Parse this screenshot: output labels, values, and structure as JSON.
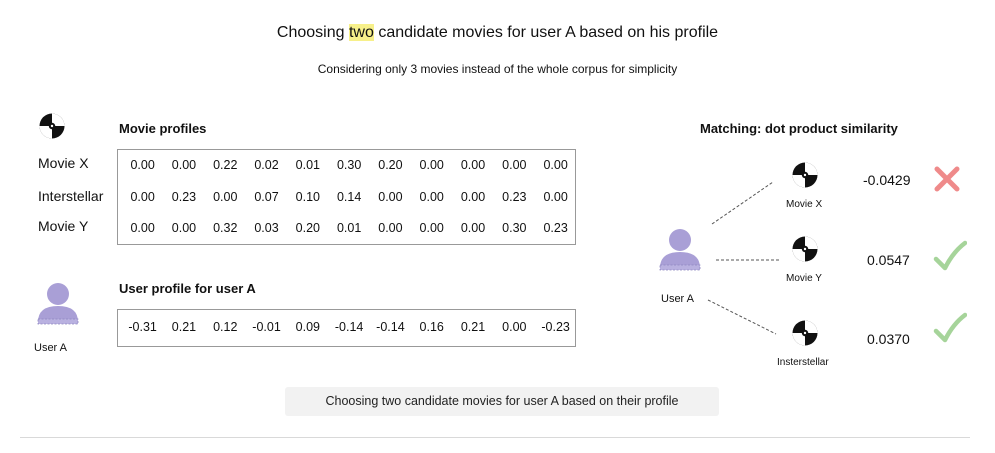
{
  "header": {
    "title_before": "Choosing ",
    "title_highlight": "two",
    "title_after": " candidate movies for user A based on his profile",
    "subtitle": "Considering only 3 movies instead of the whole corpus for simplicity"
  },
  "movie_profiles": {
    "label": "Movie profiles",
    "rows": [
      {
        "name": "Movie X",
        "values": [
          "0.00",
          "0.00",
          "0.22",
          "0.02",
          "0.01",
          "0.30",
          "0.20",
          "0.00",
          "0.00",
          "0.00",
          "0.00"
        ]
      },
      {
        "name": "Interstellar",
        "values": [
          "0.00",
          "0.23",
          "0.00",
          "0.07",
          "0.10",
          "0.14",
          "0.00",
          "0.00",
          "0.00",
          "0.23",
          "0.00"
        ]
      },
      {
        "name": "Movie Y",
        "values": [
          "0.00",
          "0.00",
          "0.32",
          "0.03",
          "0.20",
          "0.01",
          "0.00",
          "0.00",
          "0.00",
          "0.30",
          "0.23"
        ]
      }
    ]
  },
  "user_profile": {
    "label": "User profile for user A",
    "user_name": "User A",
    "values": [
      "-0.31",
      "0.21",
      "0.12",
      "-0.01",
      "0.09",
      "-0.14",
      "-0.14",
      "0.16",
      "0.21",
      "0.00",
      "-0.23"
    ]
  },
  "matching": {
    "label": "Matching: dot product similarity",
    "user_name": "User A",
    "results": [
      {
        "movie": "Movie X",
        "score": "-0.0429",
        "selected": false
      },
      {
        "movie": "Movie Y",
        "score": "0.0547",
        "selected": true
      },
      {
        "movie": "Insterstellar",
        "score": "0.0370",
        "selected": true
      }
    ]
  },
  "caption": "Choosing two candidate movies for user A based on their profile",
  "colors": {
    "person": "#a99fd6",
    "person_base": "#b9b1e0",
    "reject": "#ef8a8a",
    "accept": "#a6d49a"
  }
}
